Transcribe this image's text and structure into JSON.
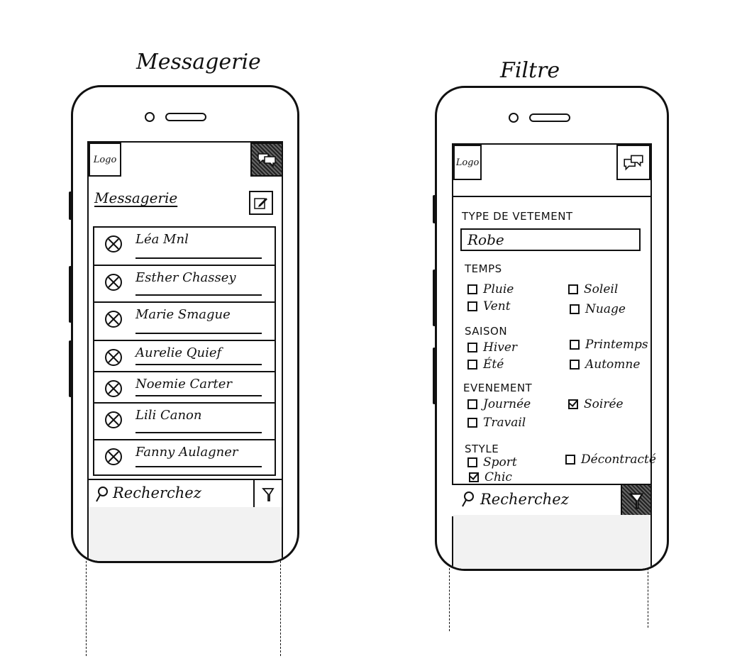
{
  "titles": {
    "left": "Messagerie",
    "right": "Filtre"
  },
  "messagerie": {
    "logo": "Logo",
    "heading": "Messagerie",
    "contacts": [
      {
        "name": "Léa Mnl"
      },
      {
        "name": "Esther Chassey"
      },
      {
        "name": "Marie Smague"
      },
      {
        "name": "Aurelie Quief"
      },
      {
        "name": "Noemie Carter"
      },
      {
        "name": "Lili Canon"
      },
      {
        "name": "Fanny Aulagner"
      }
    ],
    "search": "Recherchez"
  },
  "filtre": {
    "logo": "Logo",
    "type_label": "TYPE DE VETEMENT",
    "type_value": "Robe",
    "temps": {
      "label": "TEMPS",
      "options": [
        {
          "label": "Pluie",
          "checked": false
        },
        {
          "label": "Soleil",
          "checked": false
        },
        {
          "label": "Vent",
          "checked": false
        },
        {
          "label": "Nuage",
          "checked": false
        }
      ]
    },
    "saison": {
      "label": "SAISON",
      "options": [
        {
          "label": "Hiver",
          "checked": false
        },
        {
          "label": "Printemps",
          "checked": false
        },
        {
          "label": "Été",
          "checked": false
        },
        {
          "label": "Automne",
          "checked": false
        }
      ]
    },
    "evenement": {
      "label": "EVENEMENT",
      "options": [
        {
          "label": "Journée",
          "checked": false
        },
        {
          "label": "Soirée",
          "checked": true
        },
        {
          "label": "Travail",
          "checked": false
        }
      ]
    },
    "style": {
      "label": "STYLE",
      "options": [
        {
          "label": "Sport",
          "checked": false
        },
        {
          "label": "Décontracté",
          "checked": false
        },
        {
          "label": "Chic",
          "checked": true
        }
      ]
    },
    "search": "Recherchez"
  }
}
